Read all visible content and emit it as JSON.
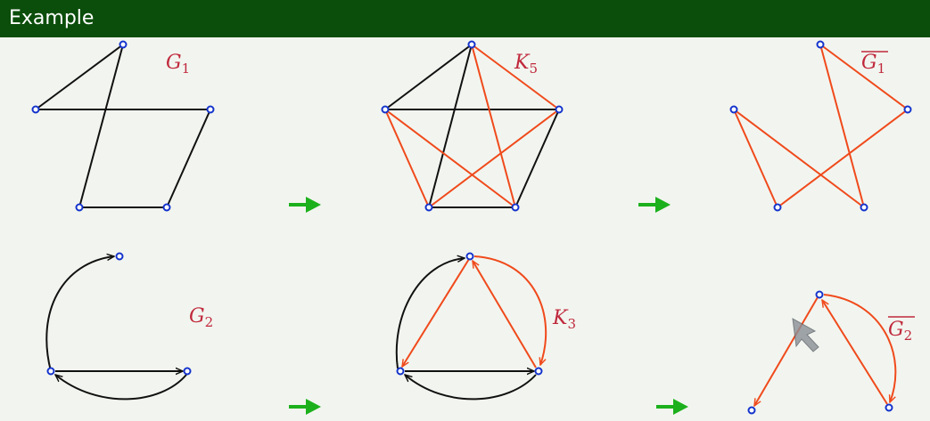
{
  "header": {
    "title": "Example"
  },
  "graphs": {
    "g1": {
      "name": "G",
      "sub": "1",
      "overline": false
    },
    "k5": {
      "name": "K",
      "sub": "5",
      "overline": false
    },
    "g1c": {
      "name": "G",
      "sub": "1",
      "overline": true
    },
    "g2": {
      "name": "G",
      "sub": "2",
      "overline": false
    },
    "k3": {
      "name": "K",
      "sub": "3",
      "overline": false
    },
    "g2c": {
      "name": "G",
      "sub": "2",
      "overline": true
    }
  },
  "colors": {
    "edge": "#111111",
    "complement_edge": "#f04a1c",
    "vertex": "#1433cc",
    "arrow": "#1cb01c",
    "label": "#c0283c"
  },
  "icons": [
    "green-arrow-icon",
    "mouse-cursor-icon"
  ]
}
